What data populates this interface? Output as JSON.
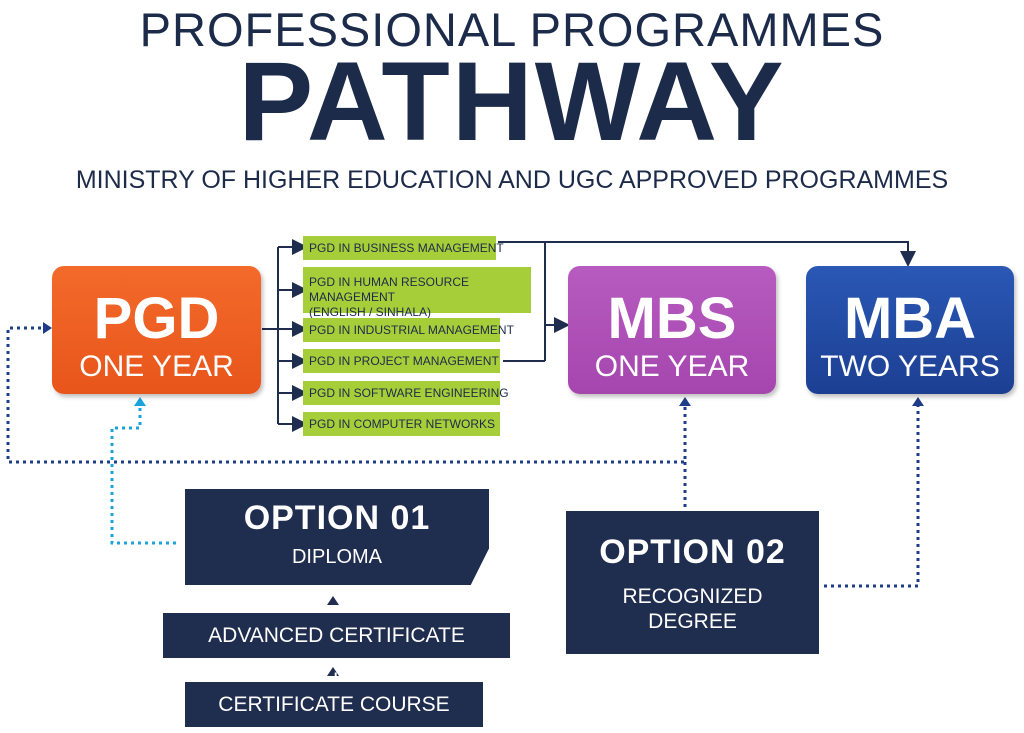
{
  "header": {
    "title_top": "PROFESSIONAL PROGRAMMES",
    "title_main": "PATHWAY",
    "subtitle": "MINISTRY OF HIGHER EDUCATION  AND UGC APPROVED PROGRAMMES"
  },
  "programs": {
    "pgd": {
      "name": "PGD",
      "duration": "ONE YEAR",
      "color": "#e8551a"
    },
    "mbs": {
      "name": "MBS",
      "duration": "ONE YEAR",
      "color": "#a446ad"
    },
    "mba": {
      "name": "MBA",
      "duration": "TWO YEARS",
      "color": "#1c3f92"
    }
  },
  "pgd_courses": [
    "PGD IN BUSINESS MANAGEMENT",
    "PGD IN HUMAN RESOURCE MANAGEMENT",
    "(ENGLISH / SINHALA)",
    "PGD IN INDUSTRIAL MANAGEMENT",
    "PGD IN PROJECT MANAGEMENT",
    "PGD IN SOFTWARE ENGINEERING",
    "PGD IN COMPUTER NETWORKS"
  ],
  "option1": {
    "title": "OPTION 01",
    "subtitle": "DIPLOMA"
  },
  "option2": {
    "title": "OPTION 02",
    "line1": "RECOGNIZED",
    "line2": "DEGREE"
  },
  "advanced_certificate": "ADVANCED CERTIFICATE COURSE",
  "certificate": "CERTIFICATE COURSE",
  "colors": {
    "navy": "#1f2d4f",
    "course_green": "#a6ce39",
    "dotted_navy": "#1f3c88",
    "dotted_cyan": "#1ba3dc"
  }
}
